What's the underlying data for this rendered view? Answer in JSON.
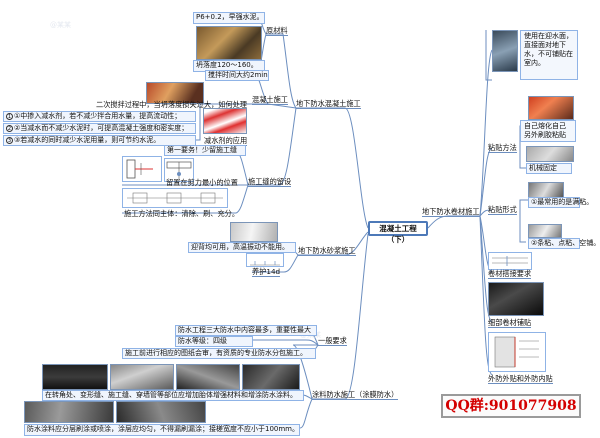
{
  "central": "混凝土工程（下）",
  "branches": {
    "concrete": "地下防水混凝土施工",
    "mortar": "地下防水砂浆施工",
    "coil": "地下防水卷材施工",
    "paint": "涂料防水施工（涂膜防水）"
  },
  "concrete": {
    "raw_material": "原材料",
    "p6": "P6+0.2，早强水泥。",
    "slump": "坍落度120～160。",
    "mix_label": "混凝土施工",
    "mix_time": "搅拌时间大约2min",
    "second_mix": "二次搅拌过程中，当坍落度损失过大，如何处理",
    "r1": "①中掺入减水剂，若不减少拌合用水量，提高流动性；",
    "r2": "②当减水而不减少水泥时，可提高混凝土强度和密实度；",
    "r3": "③若减水的同时减少水泥用量，则可节约水泥。",
    "reducer": "减水剂的应用",
    "joint_label": "施工缝的留设",
    "first": "第一要务！少留施工缝",
    "shear": "留置在剪力最小的位置",
    "method": "施工方法同主体：清除、刷、充分。"
  },
  "mortar": {
    "back": "迎背均可用，高温振动不能用。",
    "cure": "养护14d"
  },
  "coil": {
    "t1": "使用在迎水面，直接面对地下水，不可铺贴在室内。",
    "paste_method": "粘贴方法",
    "t2": "自己熔化自己另外刷胶粘贴",
    "mech": "机械固定",
    "paste_form": "粘贴形式",
    "full": "①最常用的是满粘。",
    "strip": "②条粘、点粘、空铺。",
    "lap": "卷材搭接要求",
    "detail": "细部卷材铺贴",
    "protect": "外防外贴和外防内贴"
  },
  "paint": {
    "most": "防水工程三大防水中内容最多，重要性最大",
    "level": "防水等级：四级",
    "general": "一般要求",
    "qual": "施工前进行相应的图纸会审，有资质的专业防水分包施工。",
    "corner": "在转角处、变形缝、施工缝、穿墙管等部位应增加胎体增强材料和增涂防水涂料。",
    "layer": "防水涂料应分层刷涂或喷涂，涂层应均匀，不得漏刷漏涂；接槎宽度不应小于100mm。"
  },
  "qq": "QQ群:901077908",
  "colors": {
    "line": "#6c8ebf",
    "box": "#f0f5fd",
    "border": "#8fb3e6",
    "qq": "#d40000"
  }
}
